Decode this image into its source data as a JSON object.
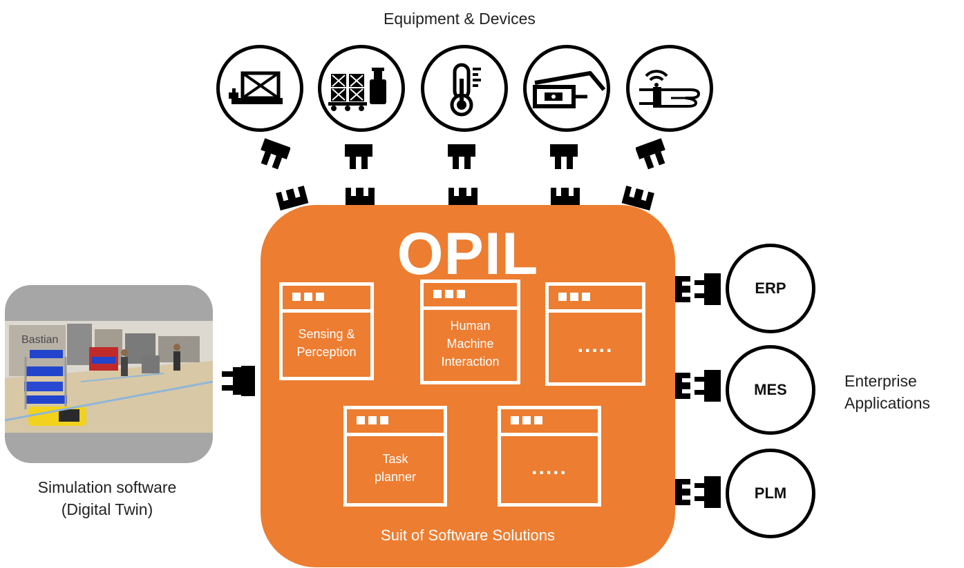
{
  "header": {
    "title": "Equipment & Devices"
  },
  "devices": [
    {
      "icon": "package-scale-icon"
    },
    {
      "icon": "pallet-load-icon"
    },
    {
      "icon": "thermometer-icon"
    },
    {
      "icon": "smart-glasses-icon"
    },
    {
      "icon": "wearable-wristband-icon"
    }
  ],
  "opil": {
    "title": "OPIL",
    "modules": [
      {
        "label_lines": [
          "Sensing &",
          "Perception"
        ]
      },
      {
        "label_lines": [
          "Human",
          "Machine",
          "Interaction"
        ]
      },
      {
        "label_lines": [
          ".....",
          ""
        ]
      },
      {
        "label_lines": [
          "Task",
          "planner"
        ]
      },
      {
        "label_lines": [
          ".....",
          ""
        ]
      }
    ],
    "footer": "Suit of Software Solutions"
  },
  "simulation": {
    "caption_line1": "Simulation software",
    "caption_line2": "(Digital Twin)"
  },
  "enterprise": {
    "caption_line1": "Enterprise",
    "caption_line2": "Applications",
    "systems": [
      "ERP",
      "MES",
      "PLM"
    ]
  },
  "colors": {
    "opil_orange": "#ed7d31",
    "frame_gray": "#a6a6a6",
    "ink": "#000000"
  }
}
